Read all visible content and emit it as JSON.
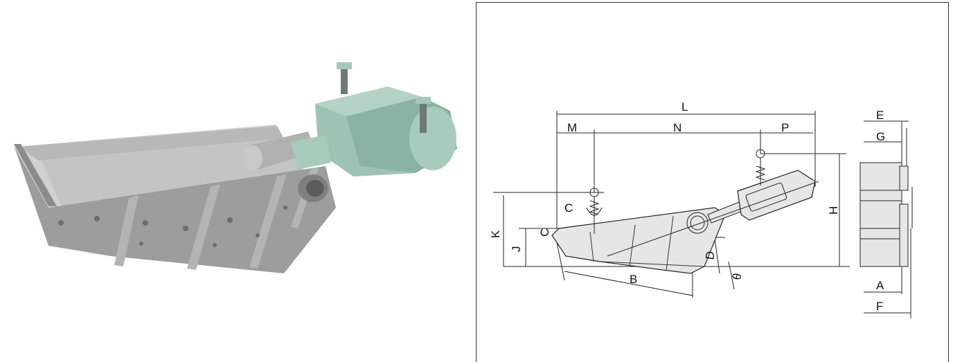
{
  "photo": {
    "subject": "vibrating feeder with drive unit",
    "colors": {
      "trough": "#a7a9a6",
      "drive": "#9fc3b2",
      "background": "#ffffff"
    }
  },
  "drawing": {
    "dimension_labels": {
      "L": "L",
      "M": "M",
      "N": "N",
      "P": "P",
      "C": "C",
      "K": "K",
      "J": "J",
      "B": "B",
      "D": "D",
      "theta": "θ",
      "H": "H",
      "E": "E",
      "G": "G",
      "A": "A",
      "F": "F"
    },
    "colors": {
      "body_fill": "#e6e6e6",
      "line": "#222222"
    }
  }
}
